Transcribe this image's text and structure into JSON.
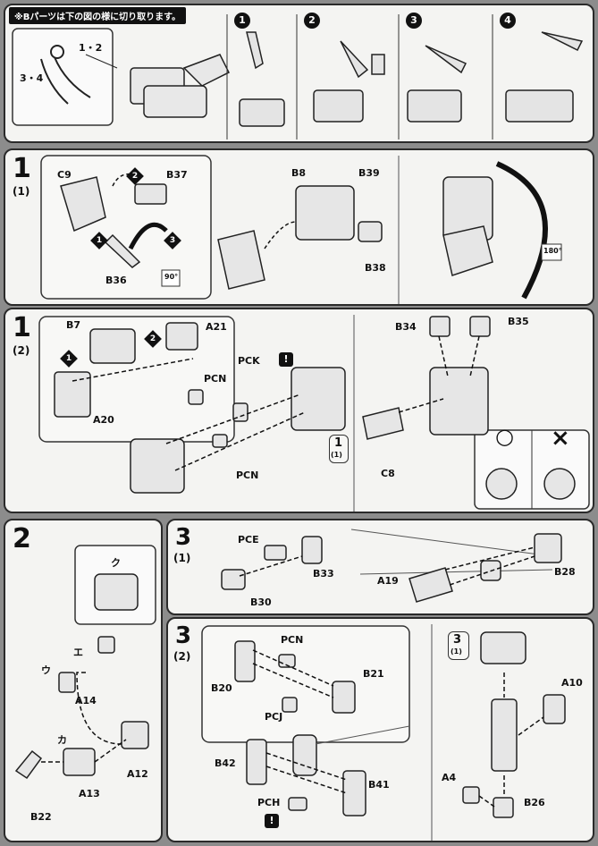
{
  "header_note": "※Bパーツは下の図の様に切り取ります。",
  "cut_steps": [
    "1",
    "2",
    "3",
    "4"
  ],
  "cut_legend": {
    "a": "1・2",
    "b": "3・4"
  },
  "step1_1": {
    "step": "1",
    "sub": "(1)",
    "labels": [
      "C9",
      "B37",
      "B8",
      "B39",
      "B36",
      "B38"
    ],
    "arrows": [
      "1",
      "2",
      "3"
    ],
    "angle_a": "90°",
    "angle_b": "180°"
  },
  "step1_2": {
    "step": "1",
    "sub": "(2)",
    "labels": [
      "B7",
      "A21",
      "A20",
      "PCN",
      "PCK",
      "PCN",
      "B34",
      "B35",
      "C8"
    ],
    "arrows": [
      "1",
      "2"
    ],
    "ref_step": "1",
    "ref_sub": "(1)",
    "ok_mark": "○",
    "ng_mark": "×",
    "warn": "!"
  },
  "step2": {
    "step": "2",
    "labels": [
      "A14",
      "A12",
      "A13",
      "B22"
    ],
    "marks": [
      "ク",
      "エ",
      "ウ",
      "カ"
    ]
  },
  "step3_1": {
    "step": "3",
    "sub": "(1)",
    "labels": [
      "PCE",
      "B33",
      "B30",
      "A19",
      "B28"
    ]
  },
  "step3_2": {
    "step": "3",
    "sub": "(2)",
    "labels": [
      "PCN",
      "B21",
      "B20",
      "PCJ",
      "B42",
      "B41",
      "PCH",
      "A10",
      "A4",
      "B26"
    ],
    "ref_step": "3",
    "ref_sub": "(1)",
    "warn": "!"
  }
}
